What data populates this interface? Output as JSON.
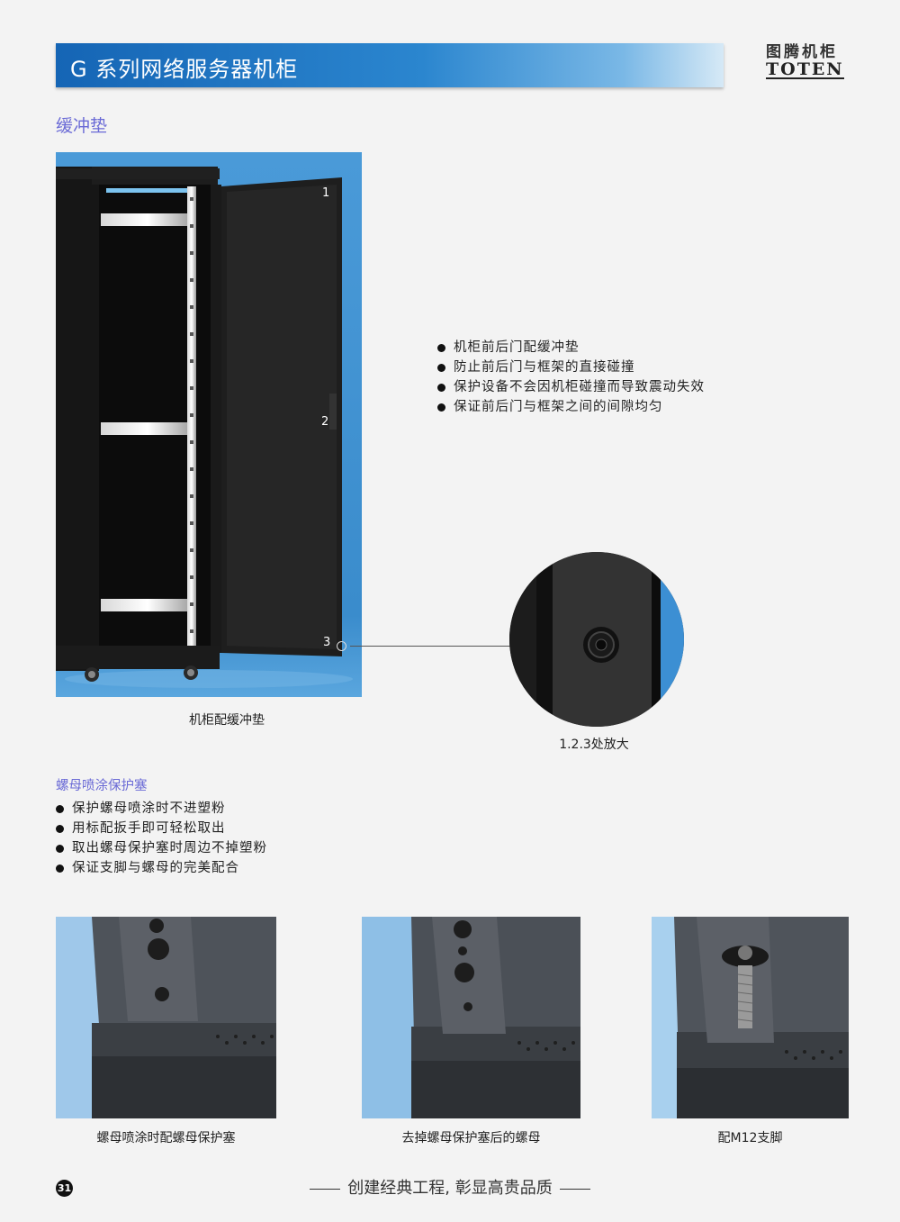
{
  "header": {
    "title": "G 系列网络服务器机柜"
  },
  "logo": {
    "cn": "图腾机柜",
    "en": "TOTEN"
  },
  "section": {
    "title": "缓冲垫"
  },
  "main_photo": {
    "markers": [
      "1",
      "2",
      "3"
    ],
    "caption": "机柜配缓冲垫"
  },
  "zoom": {
    "caption": "1.2.3处放大"
  },
  "cushion_points": [
    "机柜前后门配缓冲垫",
    "防止前后门与框架的直接碰撞",
    "保护设备不会因机柜碰撞而导致震动失效",
    "保证前后门与框架之间的间隙均匀"
  ],
  "nut_section": {
    "title": "螺母喷涂保护塞",
    "points": [
      "保护螺母喷涂时不进塑粉",
      "用标配扳手即可轻松取出",
      "取出螺母保护塞时周边不掉塑粉",
      "保证支脚与螺母的完美配合"
    ]
  },
  "bottom_photos": [
    {
      "caption": "螺母喷涂时配螺母保护塞"
    },
    {
      "caption": "去掉螺母保护塞后的螺母"
    },
    {
      "caption": "配M12支脚"
    }
  ],
  "footer": {
    "page": "31",
    "slogan": "创建经典工程, 彰显高贵品质"
  },
  "colors": {
    "header_blue": "#1565b5",
    "accent_purple": "#6a6ad6",
    "photo_bg_blue": "#3f93d6"
  }
}
